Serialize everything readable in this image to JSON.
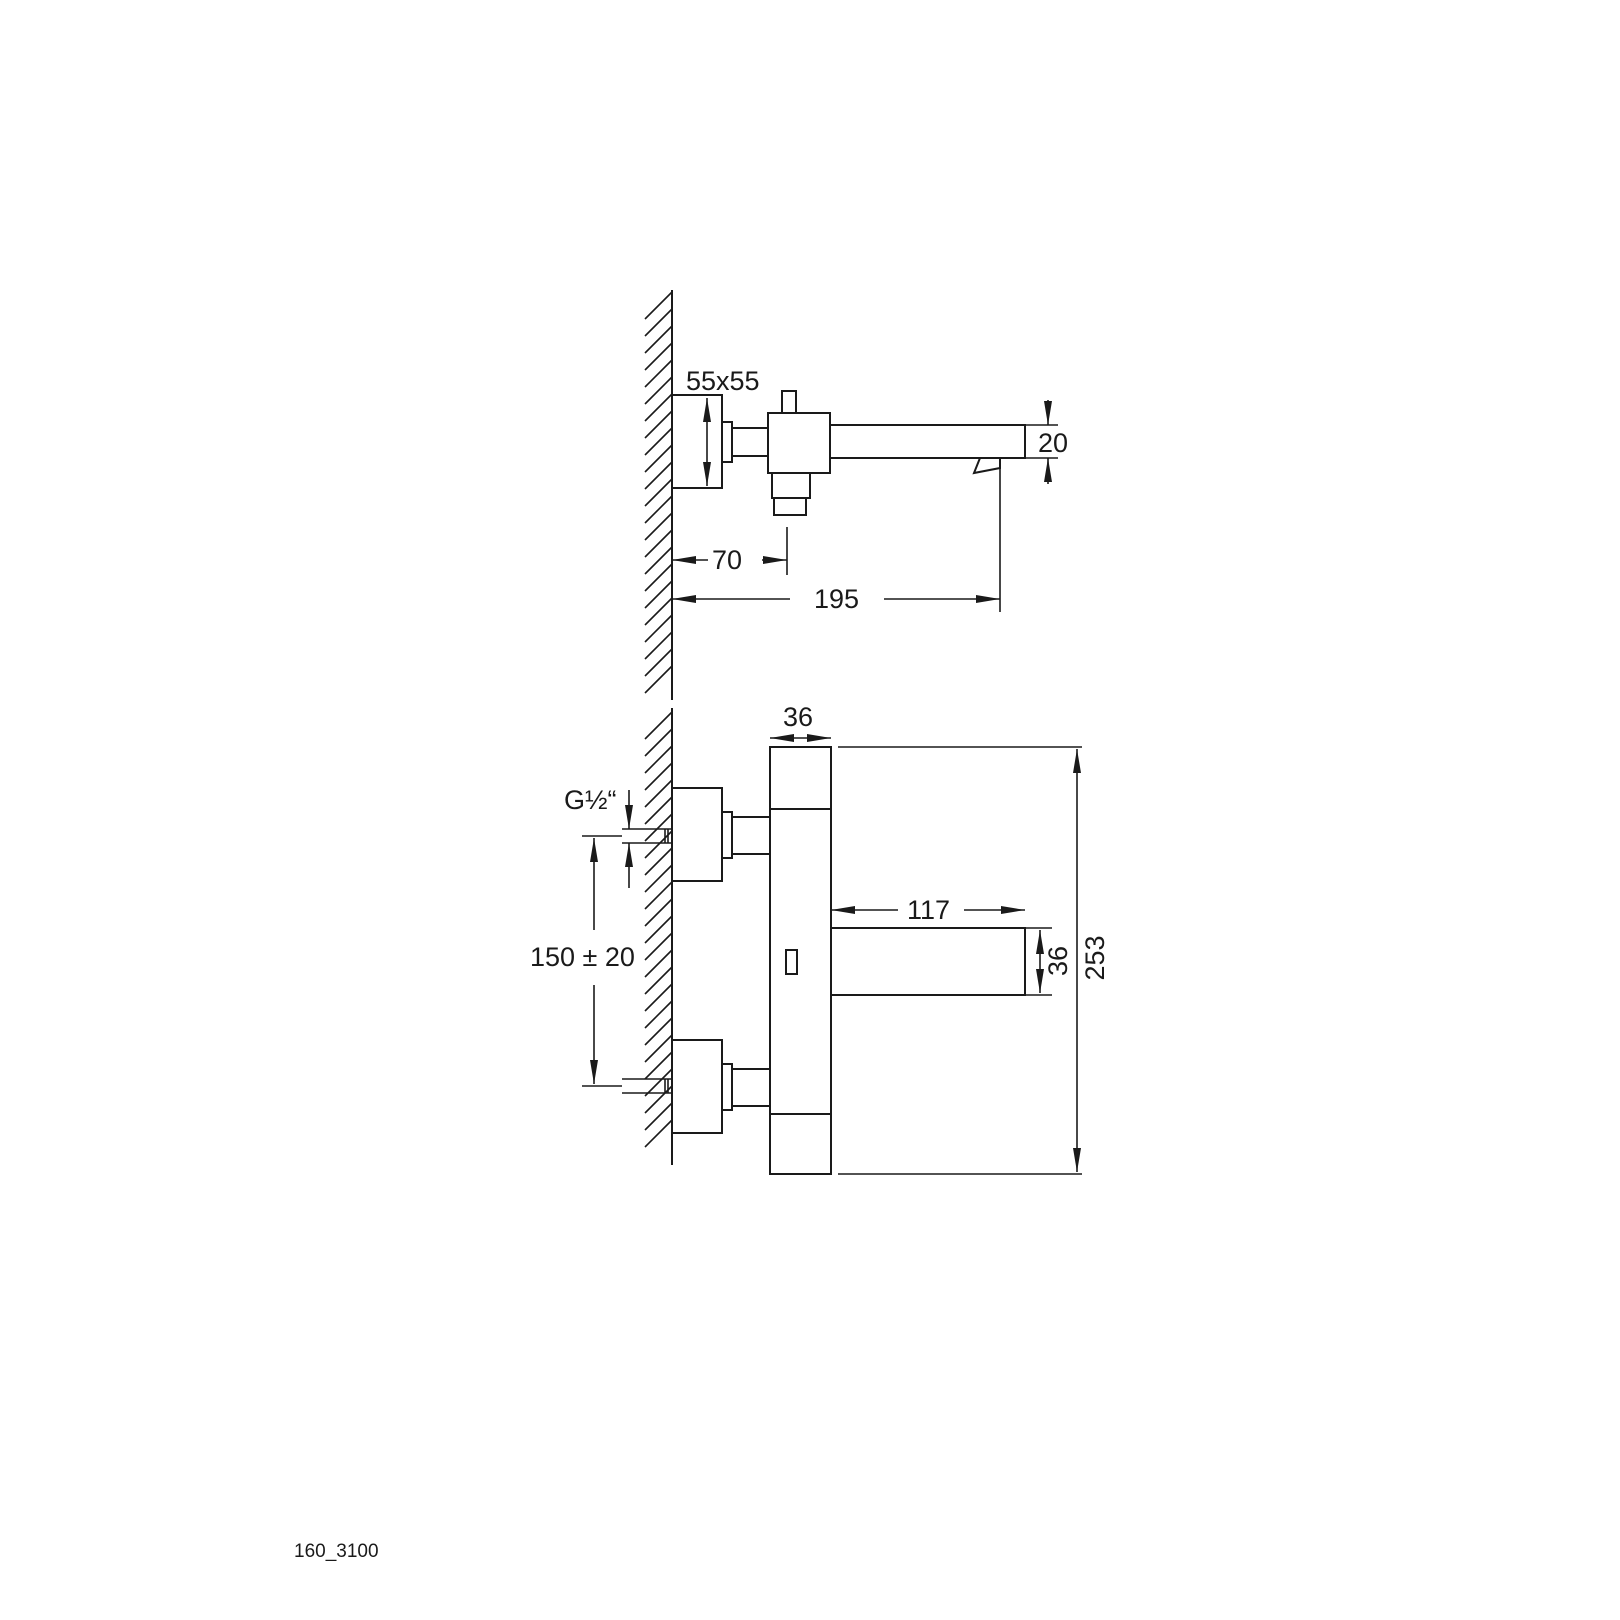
{
  "drawing": {
    "reference": "160_3100",
    "dimensions": {
      "rosette_size": "55x55",
      "spout_height": "20",
      "body_depth_offset": "70",
      "spout_projection": "195",
      "body_width": "36",
      "spout_length": "117",
      "spout_thickness": "36",
      "overall_height": "253",
      "connection_spacing": "150 ± 20",
      "thread": "G½“"
    }
  }
}
